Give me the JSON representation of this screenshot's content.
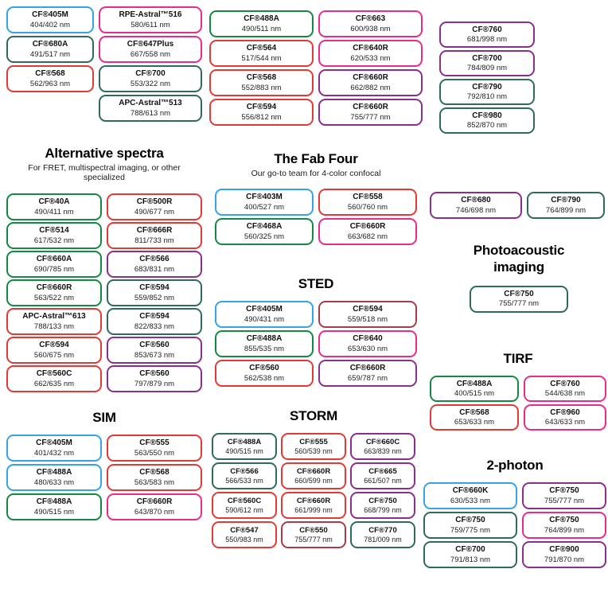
{
  "palette": {
    "blue": "#35A3E8",
    "green": "#128A43",
    "teal": "#2E6B5C",
    "red": "#E23B35",
    "pink": "#E92C8C",
    "purple": "#8B2E8E",
    "maroon": "#A93C46"
  },
  "sections": {
    "top_left": {
      "columns": [
        [
          {
            "name": "CF®405M",
            "value": "404/402 nm",
            "color": "blue"
          },
          {
            "name": "CF®680A",
            "value": "491/517 nm",
            "color": "teal"
          },
          {
            "name": "CF®568",
            "value": "562/963 nm",
            "color": "red"
          }
        ],
        [
          {
            "name": "RPE-Astral™516",
            "value": "580/611 nm",
            "color": "pink"
          },
          {
            "name": "CF®647Plus",
            "value": "667/558 nm",
            "color": "pink"
          },
          {
            "name": "CF®700",
            "value": "553/322 nm",
            "color": "teal"
          },
          {
            "name": "APC-Astral™513",
            "value": "788/613 nm",
            "color": "teal"
          }
        ]
      ]
    },
    "top_middle": {
      "columns": [
        [
          {
            "name": "CF®488A",
            "value": "490/511 nm",
            "color": "green"
          },
          {
            "name": "CF®564",
            "value": "517/544 nm",
            "color": "red"
          },
          {
            "name": "CF®568",
            "value": "552/883 nm",
            "color": "red"
          },
          {
            "name": "CF®594",
            "value": "556/812 nm",
            "color": "red"
          }
        ],
        [
          {
            "name": "CF®663",
            "value": "600/938 nm",
            "color": "pink"
          },
          {
            "name": "CF®640R",
            "value": "620/533 nm",
            "color": "pink"
          },
          {
            "name": "CF®660R",
            "value": "662/882 nm",
            "color": "purple"
          },
          {
            "name": "CF®660R",
            "value": "755/777 nm",
            "color": "purple"
          }
        ]
      ]
    },
    "top_right": {
      "columns": [
        [
          {
            "name": "CF®760",
            "value": "681/998 nm",
            "color": "purple"
          },
          {
            "name": "CF®700",
            "value": "784/809 nm",
            "color": "purple"
          },
          {
            "name": "CF®790",
            "value": "792/810 nm",
            "color": "teal"
          },
          {
            "name": "CF®980",
            "value": "852/870 nm",
            "color": "teal"
          }
        ]
      ]
    },
    "alternative": {
      "title": "Alternative spectra",
      "subtitle": "For FRET, multispectral imaging, or other specialized",
      "columns": [
        [
          {
            "name": "CF®40A",
            "value": "490/411 nm",
            "color": "green"
          },
          {
            "name": "CF®514",
            "value": "617/532 nm",
            "color": "green"
          },
          {
            "name": "CF®660A",
            "value": "690/785 nm",
            "color": "green"
          },
          {
            "name": "CF®660R",
            "value": "563/522 nm",
            "color": "green"
          },
          {
            "name": "APC-Astral™613",
            "value": "788/133 nm",
            "color": "red"
          },
          {
            "name": "CF®594",
            "value": "560/675 nm",
            "color": "red"
          },
          {
            "name": "CF®560C",
            "value": "662/635 nm",
            "color": "red"
          }
        ],
        [
          {
            "name": "CF®500R",
            "value": "490/677 nm",
            "color": "red"
          },
          {
            "name": "CF®666R",
            "value": "811/733 nm",
            "color": "red"
          },
          {
            "name": "CF®566",
            "value": "683/831 nm",
            "color": "purple"
          },
          {
            "name": "CF®594",
            "value": "559/852 nm",
            "color": "teal"
          },
          {
            "name": "CF®594",
            "value": "822/833 nm",
            "color": "teal"
          },
          {
            "name": "CF®560",
            "value": "853/673 nm",
            "color": "purple"
          },
          {
            "name": "CF®560",
            "value": "797/879 nm",
            "color": "purple"
          }
        ]
      ]
    },
    "fab_four": {
      "title": "The Fab Four",
      "subtitle": "Our go-to team for 4-color confocal",
      "columns": [
        [
          {
            "name": "CF®403M",
            "value": "400/527 nm",
            "color": "blue"
          },
          {
            "name": "CF®468A",
            "value": "560/325 nm",
            "color": "green"
          }
        ],
        [
          {
            "name": "CF®558",
            "value": "560/760 nm",
            "color": "red"
          },
          {
            "name": "CF®660R",
            "value": "663/682 nm",
            "color": "pink"
          }
        ]
      ]
    },
    "right_pair": {
      "columns": [
        [
          {
            "name": "CF®680",
            "value": "746/698 nm",
            "color": "purple"
          }
        ],
        [
          {
            "name": "CF®790",
            "value": "764/899 nm",
            "color": "teal"
          }
        ]
      ]
    },
    "photoacoustic": {
      "title": "Photoacoustic imaging",
      "columns": [
        [
          {
            "name": "CF®750",
            "value": "755/777 nm",
            "color": "teal"
          }
        ]
      ]
    },
    "sted": {
      "title": "STED",
      "columns": [
        [
          {
            "name": "CF®405M",
            "value": "490/431 nm",
            "color": "blue"
          },
          {
            "name": "CF®488A",
            "value": "855/535 nm",
            "color": "green"
          },
          {
            "name": "CF®560",
            "value": "562/538 nm",
            "color": "red"
          }
        ],
        [
          {
            "name": "CF®594",
            "value": "559/518 nm",
            "color": "maroon"
          },
          {
            "name": "CF®640",
            "value": "653/630 nm",
            "color": "pink"
          },
          {
            "name": "CF®660R",
            "value": "659/787 nm",
            "color": "purple"
          }
        ]
      ]
    },
    "tirf": {
      "title": "TIRF",
      "columns": [
        [
          {
            "name": "CF®488A",
            "value": "400/515 nm",
            "color": "green"
          },
          {
            "name": "CF®568",
            "value": "653/633 nm",
            "color": "red"
          }
        ],
        [
          {
            "name": "CF®760",
            "value": "544/638 nm",
            "color": "pink"
          },
          {
            "name": "CF®960",
            "value": "643/633 nm",
            "color": "pink"
          }
        ]
      ]
    },
    "sim": {
      "title": "SIM",
      "columns": [
        [
          {
            "name": "CF®405M",
            "value": "401/432 nm",
            "color": "blue"
          },
          {
            "name": "CF®488A",
            "value": "480/633 nm",
            "color": "blue"
          },
          {
            "name": "CF®488A",
            "value": "490/515 nm",
            "color": "green"
          }
        ],
        [
          {
            "name": "CF®555",
            "value": "563/550 nm",
            "color": "red"
          },
          {
            "name": "CF®568",
            "value": "563/583 nm",
            "color": "red"
          },
          {
            "name": "CF®660R",
            "value": "643/870 nm",
            "color": "pink"
          }
        ]
      ]
    },
    "storm": {
      "title": "STORM",
      "columns": [
        [
          {
            "name": "CF®488A",
            "value": "490/515 nm",
            "color": "teal"
          },
          {
            "name": "CF®566",
            "value": "566/533 nm",
            "color": "teal"
          },
          {
            "name": "CF®560C",
            "value": "590/612 nm",
            "color": "red"
          },
          {
            "name": "CF®547",
            "value": "550/983 nm",
            "color": "red"
          }
        ],
        [
          {
            "name": "CF®555",
            "value": "560/539 nm",
            "color": "red"
          },
          {
            "name": "CF®660R",
            "value": "660/599 nm",
            "color": "red"
          },
          {
            "name": "CF®660R",
            "value": "661/999 nm",
            "color": "red"
          },
          {
            "name": "CF®550",
            "value": "755/777 nm",
            "color": "maroon"
          }
        ],
        [
          {
            "name": "CF®660C",
            "value": "663/839 nm",
            "color": "purple"
          },
          {
            "name": "CF®665",
            "value": "661/507 nm",
            "color": "purple"
          },
          {
            "name": "CF®750",
            "value": "668/799 nm",
            "color": "purple"
          },
          {
            "name": "CF®770",
            "value": "781/009 nm",
            "color": "teal"
          }
        ]
      ]
    },
    "two_photon": {
      "title": "2-photon",
      "columns": [
        [
          {
            "name": "CF®660K",
            "value": "630/533 nm",
            "color": "blue"
          },
          {
            "name": "CF®750",
            "value": "759/775 nm",
            "color": "teal"
          },
          {
            "name": "CF®700",
            "value": "791/813 nm",
            "color": "teal"
          }
        ],
        [
          {
            "name": "CF®750",
            "value": "755/777 nm",
            "color": "purple"
          },
          {
            "name": "CF®750",
            "value": "764/899 nm",
            "color": "pink"
          },
          {
            "name": "CF®900",
            "value": "791/870 nm",
            "color": "purple"
          }
        ]
      ]
    }
  }
}
